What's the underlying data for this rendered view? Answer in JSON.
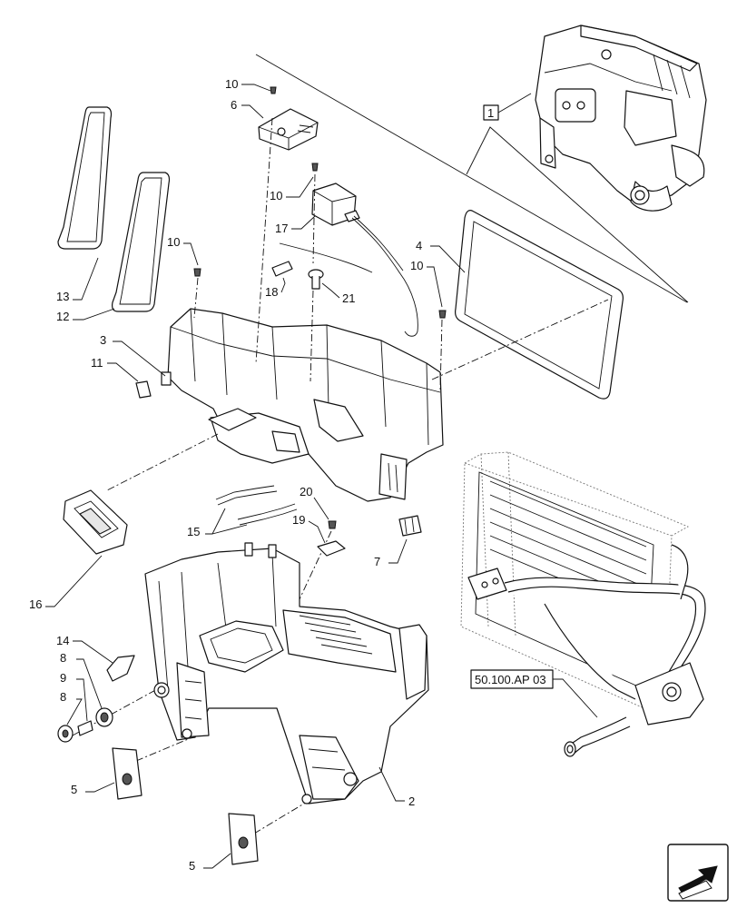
{
  "callouts": {
    "c1": "1",
    "c2": "2",
    "c3": "3",
    "c4": "4",
    "c5a": "5",
    "c5b": "5",
    "c6": "6",
    "c7": "7",
    "c8a": "8",
    "c8b": "8",
    "c9": "9",
    "c10a": "10",
    "c10b": "10",
    "c10c": "10",
    "c10d": "10",
    "c11": "11",
    "c12": "12",
    "c13": "13",
    "c14": "14",
    "c15": "15",
    "c16": "16",
    "c17": "17",
    "c18": "18",
    "c19": "19",
    "c20": "20",
    "c21": "21"
  },
  "reference_box": "50.100.AP 03",
  "nav_icon": "arrow-icon"
}
